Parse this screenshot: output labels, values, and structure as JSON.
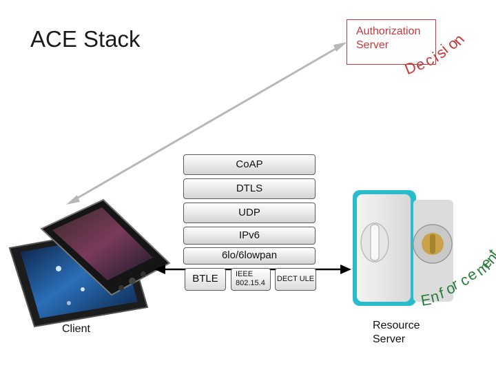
{
  "title": "ACE Stack",
  "authorization_server": {
    "line1": "Authorization",
    "line2": "Server"
  },
  "decision_label": [
    "D",
    "e",
    "c",
    "i",
    "s",
    "i",
    "o",
    "n"
  ],
  "enforcement_label": [
    "E",
    "n",
    "f",
    "o",
    "r",
    "c",
    "e",
    "m",
    "e",
    "n",
    "t"
  ],
  "stack": {
    "layers": [
      "CoAP",
      "DTLS",
      "UDP",
      "IPv6",
      "6lo/6lowpan"
    ],
    "phy": {
      "btle": "BTLE",
      "ieee_line1": "IEEE",
      "ieee_line2": "802.15.4",
      "dect": "DECT ULE"
    }
  },
  "client_label": "Client",
  "resource_server": {
    "line1": "Resource",
    "line2": "Server"
  },
  "colors": {
    "accent_red": "#c8383a",
    "enforcement_green": "#2a7d3b",
    "arrow_gray": "#b8b8b8",
    "lock_teal": "#2bbccc"
  }
}
